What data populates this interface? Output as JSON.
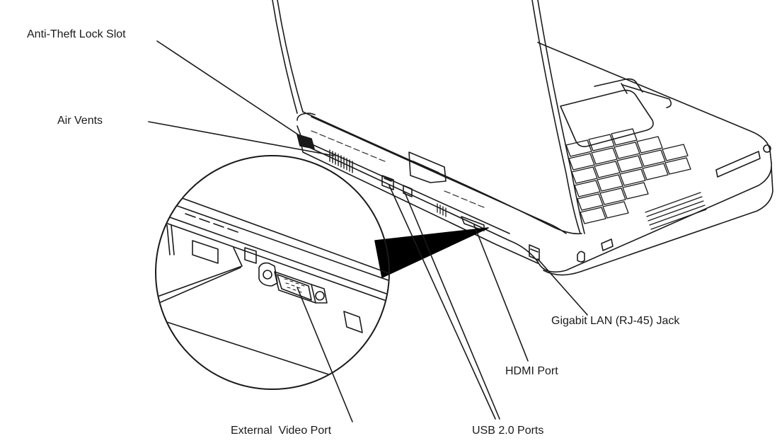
{
  "labels": {
    "anti_theft": "Anti-Theft Lock Slot",
    "air_vents": "Air Vents",
    "lan": "Gigabit LAN (RJ-45) Jack",
    "hdmi": "HDMI Port",
    "video": "External  Video Port",
    "usb": "USB 2.0 Ports"
  },
  "colors": {
    "line": "#1a1a1a",
    "background": "#ffffff",
    "shadow": "#000000"
  }
}
